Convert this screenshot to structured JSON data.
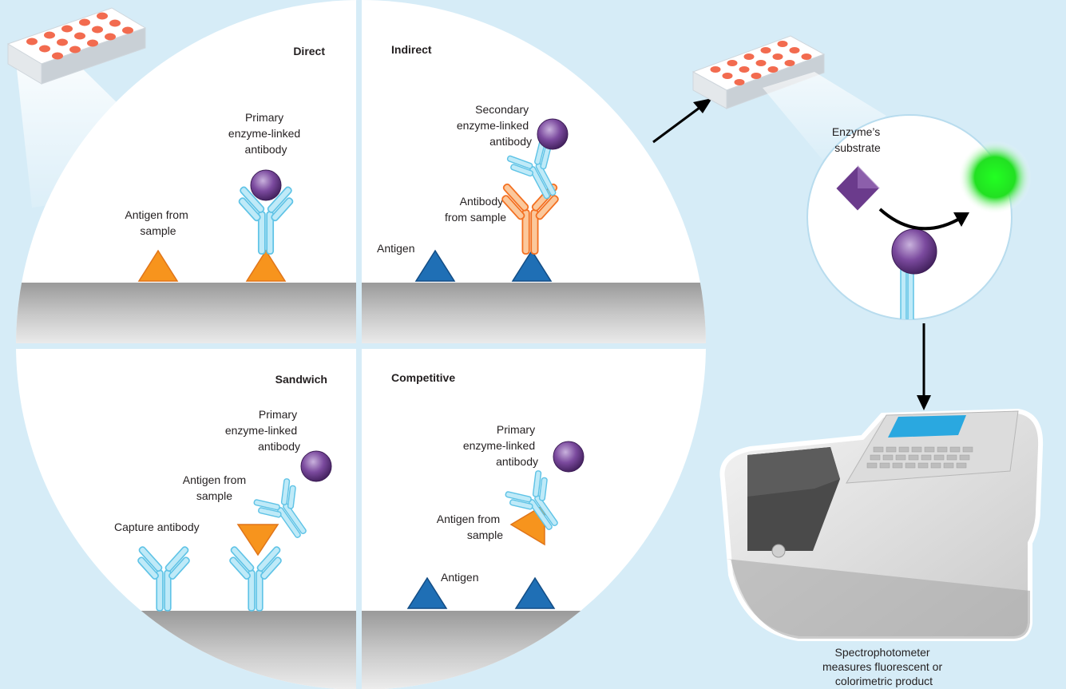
{
  "panels": {
    "direct": {
      "title": "Direct",
      "enzyme_label": [
        "Primary",
        "enzyme-linked",
        "antibody"
      ],
      "antigen_label": [
        "Antigen from",
        "sample"
      ]
    },
    "indirect": {
      "title": "Indirect",
      "enzyme_label": [
        "Secondary",
        "enzyme-linked",
        "antibody"
      ],
      "sample_antibody_label": [
        "Antibody",
        "from sample"
      ],
      "antigen_label": "Antigen"
    },
    "sandwich": {
      "title": "Sandwich",
      "enzyme_label": [
        "Primary",
        "enzyme-linked",
        "antibody"
      ],
      "antigen_label": [
        "Antigen from",
        "sample"
      ],
      "capture_label": "Capture antibody"
    },
    "competitive": {
      "title": "Competitive",
      "enzyme_label": [
        "Primary",
        "enzyme-linked",
        "antibody"
      ],
      "antigen_sample_label": [
        "Antigen from",
        "sample"
      ],
      "antigen_label": "Antigen"
    }
  },
  "substrate": {
    "label": [
      "Enzyme’s",
      "substrate"
    ]
  },
  "spectrophotometer": {
    "caption": [
      "Spectrophotometer",
      "measures fluorescent or",
      "colorimetric product"
    ]
  },
  "colors": {
    "background": "#d6ecf7",
    "antibody": "#8ed8f0",
    "antigen_orange": "#f7941d",
    "antigen_blue": "#1f6fb5",
    "sample_antibody": "#f37021",
    "enzyme": "#6b3b8c",
    "product": "#22e022",
    "plate_wells": "#f26b4f"
  }
}
